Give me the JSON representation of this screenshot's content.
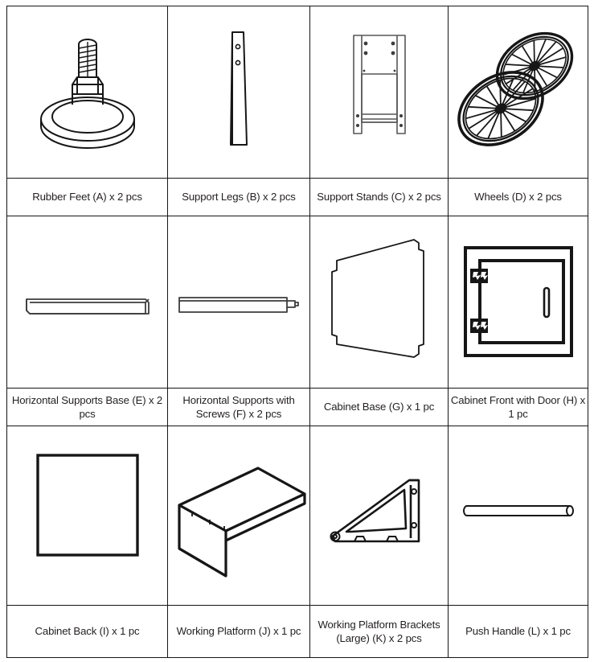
{
  "document": {
    "type": "parts-list-table",
    "columns": 4,
    "rows": 3,
    "total_parts": 12,
    "line_color": "#161616",
    "text_color": "#231f20",
    "background": "#ffffff"
  },
  "parts": [
    {
      "id": "A",
      "label": "Rubber Feet (A) x 2 pcs",
      "name": "Rubber Feet",
      "letter": "(A)",
      "quantity": "x 2 pcs",
      "icon": "rubber-foot-illustration"
    },
    {
      "id": "B",
      "label": "Support Legs (B) x 2 pcs",
      "name": "Support Legs",
      "letter": "(B)",
      "quantity": "x 2 pcs",
      "icon": "support-leg-illustration"
    },
    {
      "id": "C",
      "label": "Support Stands (C) x 2 pcs",
      "name": "Support Stands",
      "letter": "(C)",
      "quantity": "x 2 pcs",
      "icon": "support-stand-illustration"
    },
    {
      "id": "D",
      "label": "Wheels (D) x 2 pcs",
      "name": "Wheels",
      "letter": "(D)",
      "quantity": "x 2 pcs",
      "icon": "wheels-illustration"
    },
    {
      "id": "E",
      "label": "Horizontal Supports Base (E) x 2 pcs",
      "name": "Horizontal Supports Base",
      "letter": "(E)",
      "quantity": "x 2 pcs",
      "icon": "horizontal-support-base-illustration"
    },
    {
      "id": "F",
      "label": "Horizontal Supports with Screws (F) x 2 pcs",
      "name": "Horizontal Supports with Screws",
      "letter": "(F)",
      "quantity": "x 2 pcs",
      "icon": "horizontal-support-with-screws-illustration"
    },
    {
      "id": "G",
      "label": "Cabinet Base (G) x 1 pc",
      "name": "Cabinet Base",
      "letter": "(G)",
      "quantity": "x 1 pc",
      "icon": "cabinet-base-illustration"
    },
    {
      "id": "H",
      "label": "Cabinet Front with Door (H) x 1 pc",
      "name": "Cabinet Front with Door",
      "letter": "(H)",
      "quantity": "x 1 pc",
      "icon": "cabinet-front-with-door-illustration"
    },
    {
      "id": "I",
      "label": "Cabinet Back (I) x 1 pc",
      "name": "Cabinet Back",
      "letter": "(I)",
      "quantity": "x 1 pc",
      "icon": "cabinet-back-illustration"
    },
    {
      "id": "J",
      "label": "Working Platform (J) x 1 pc",
      "name": "Working Platform",
      "letter": "(J)",
      "quantity": "x 1 pc",
      "icon": "working-platform-illustration"
    },
    {
      "id": "K",
      "label": "Working Platform Brackets (Large) (K) x 2 pcs",
      "name": "Working Platform Brackets (Large)",
      "letter": "(K)",
      "quantity": "x 2 pcs",
      "icon": "working-platform-bracket-illustration"
    },
    {
      "id": "L",
      "label": "Push Handle (L) x 1 pc",
      "name": "Push Handle",
      "letter": "(L)",
      "quantity": "x 1 pc",
      "icon": "push-handle-illustration"
    }
  ]
}
